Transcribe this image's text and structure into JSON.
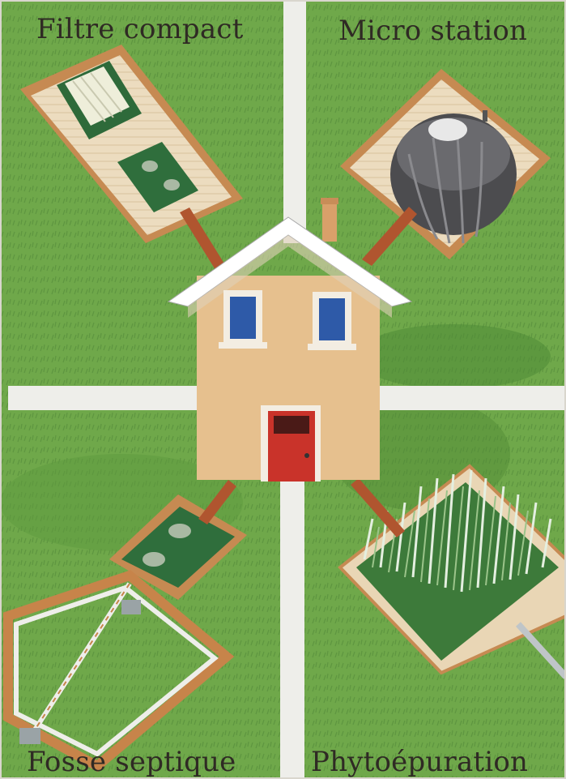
{
  "labels": {
    "top_left": "Filtre compact",
    "top_right": "Micro station",
    "bottom_left": "Fosse septique",
    "bottom_right": "Phytoépuration"
  },
  "colors": {
    "grass": "#6fa84a",
    "grass_dark": "#4f8a36",
    "path": "#eeeeea",
    "house_wall": "#e6c08e",
    "roof": "#ffffff",
    "door": "#c9332a",
    "window": "#2e5aa8",
    "pipe": "#b0552f",
    "tank": "#2f6e3c",
    "micro_station": "#4c4c4f",
    "gravel": "#e9d6b5",
    "frame": "#c7844a"
  },
  "icons": [
    "house-icon",
    "septic-tank-icon",
    "filter-box-icon",
    "micro-station-icon",
    "reed-bed-icon"
  ]
}
